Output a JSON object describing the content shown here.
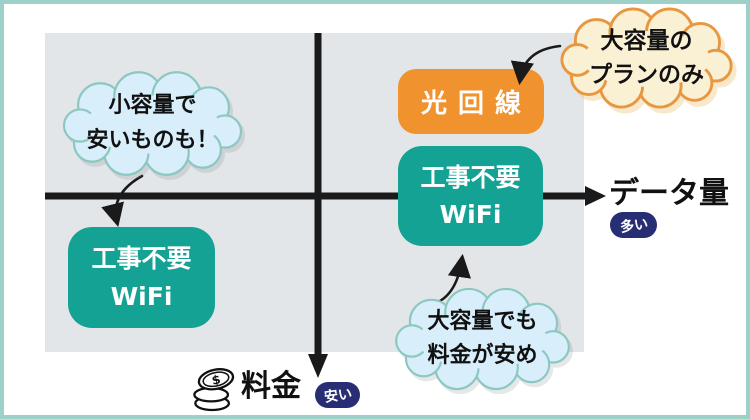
{
  "frame": {
    "border_color": "#9DD0C8",
    "background": "#FFFFFF"
  },
  "quadrant": {
    "background": "#E3E6E9"
  },
  "axes": {
    "line_color": "#1A1A1A",
    "badge_bg": "#272E74",
    "badge_text_color": "#FFFFFF",
    "x": {
      "label": "データ量",
      "badge": "多い"
    },
    "y": {
      "label": "料金",
      "badge": "安い",
      "coin_symbol": "$"
    }
  },
  "boxes": {
    "fiber": {
      "label": "光回線",
      "bg": "#F0922E",
      "text_color": "#FFFFFF"
    },
    "wifi_upper": {
      "line1": "工事不要",
      "line2": "WiFi",
      "bg": "#13A294",
      "text_color": "#FFFFFF"
    },
    "wifi_lower": {
      "line1": "工事不要",
      "line2": "WiFi",
      "bg": "#13A294",
      "text_color": "#FFFFFF"
    }
  },
  "callouts": {
    "small_capacity": {
      "line1": "小容量で",
      "line2": "安いものも！",
      "fill": "#D8EEFA",
      "border": "#8CC8C0"
    },
    "only_large_plans": {
      "line1": "大容量の",
      "line2": "プランのみ",
      "fill": "#FAF0D4",
      "border": "#E8973F"
    },
    "large_and_cheap": {
      "line1": "大容量でも",
      "line2": "料金が安め",
      "fill": "#D8EEFA",
      "border": "#8CC8C0"
    }
  }
}
